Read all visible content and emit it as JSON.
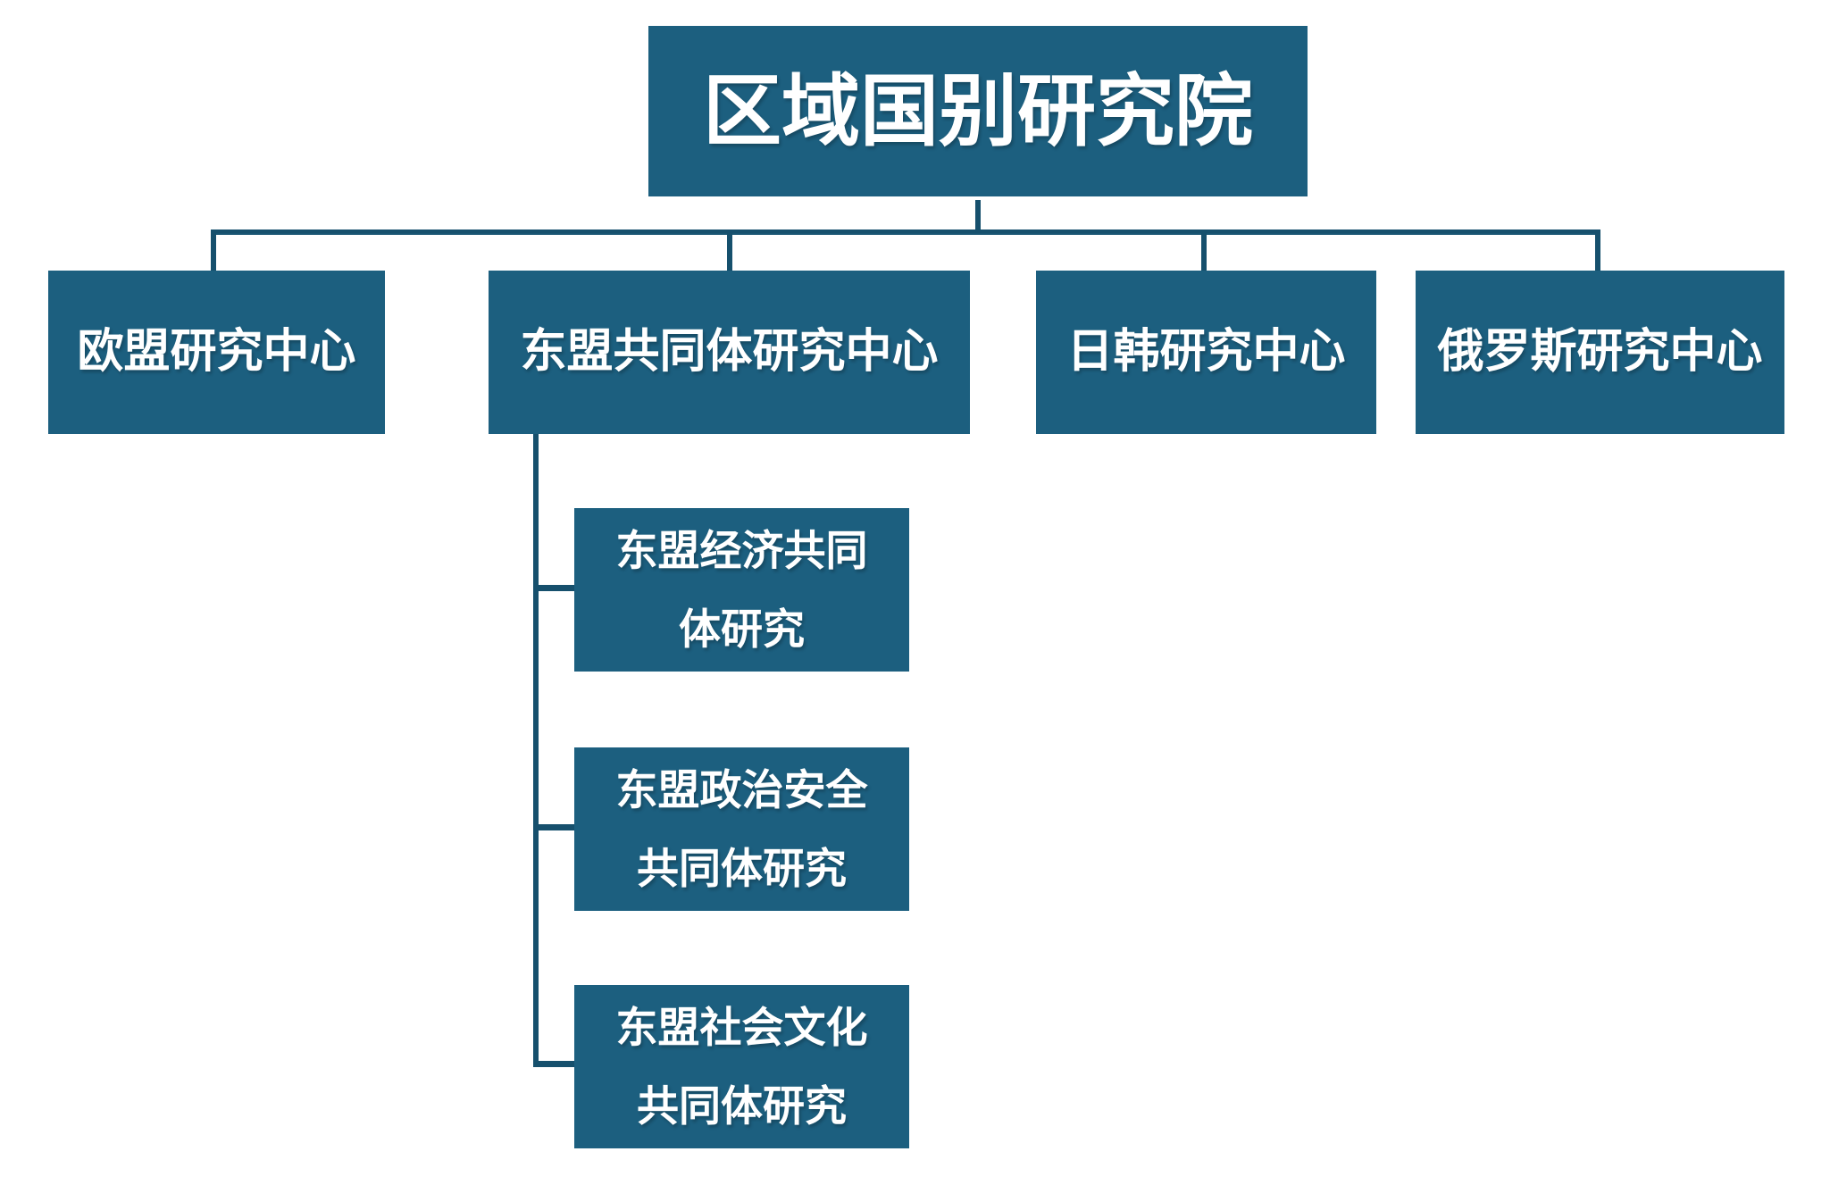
{
  "diagram": {
    "title": "区域国别研究院",
    "root": {
      "label": "区域国别研究院"
    },
    "centers": [
      {
        "label": "欧盟研究中心"
      },
      {
        "label": "东盟共同体研究中心"
      },
      {
        "label": "日韩研究中心"
      },
      {
        "label": "俄罗斯研究中心"
      }
    ],
    "asean_subunits": [
      {
        "line1": "东盟经济共同",
        "line2": "体研究"
      },
      {
        "line1": "东盟政治安全",
        "line2": "共同体研究"
      },
      {
        "line1": "东盟社会文化",
        "line2": "共同体研究"
      }
    ]
  },
  "colors": {
    "node_fill": "#1C5F7F",
    "connector_line": "#16506D",
    "node_text": "#FFFFFF",
    "background": "#FFFFFF"
  }
}
